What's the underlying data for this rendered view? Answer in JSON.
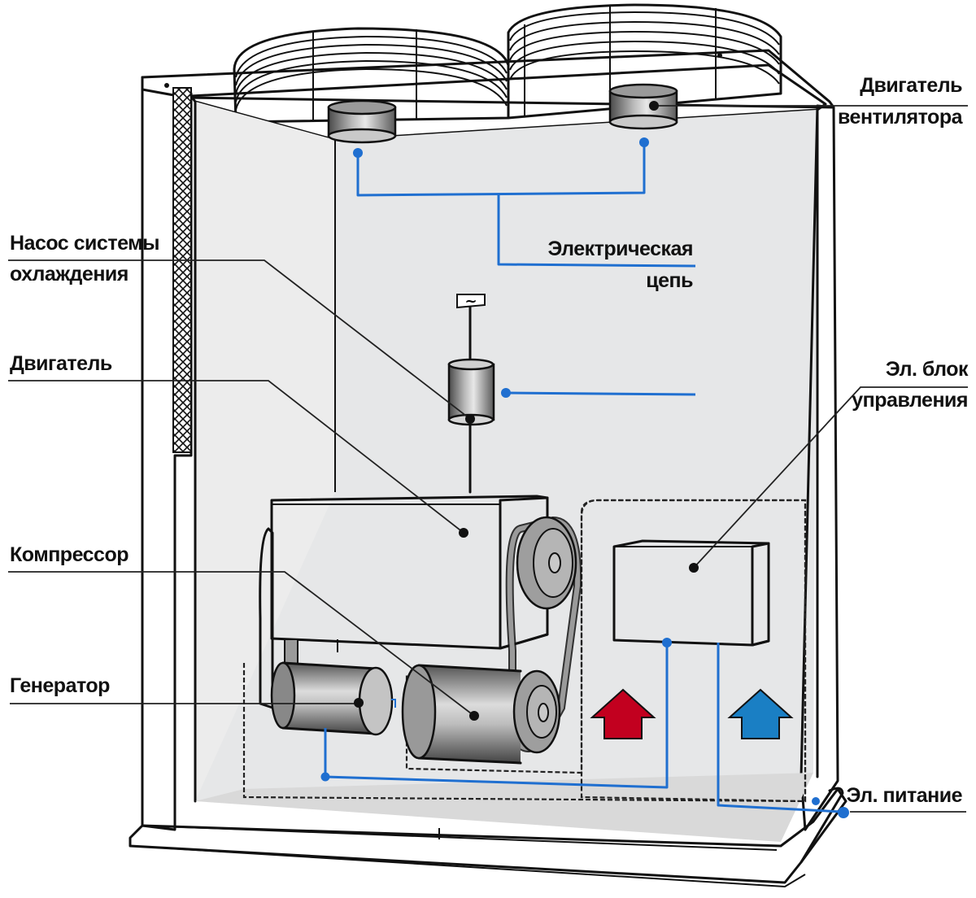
{
  "diagram": {
    "title": "Схема холодильной установки с генератором",
    "labels": {
      "fan_motor": [
        "Двигатель",
        "вентилятора"
      ],
      "electric_circuit": [
        "Электрическая",
        "цепь"
      ],
      "coolant_pump": [
        "Насос системы",
        "охлаждения"
      ],
      "engine": [
        "Двигатель"
      ],
      "control_unit": [
        "Эл. блок",
        "управления"
      ],
      "compressor": [
        "Компрессор"
      ],
      "generator": [
        "Генератор"
      ],
      "power_supply": [
        "Эл. питание"
      ]
    },
    "symbols": {
      "ac_symbol": "~"
    },
    "colors": {
      "wire_blue": "#1f6fd0",
      "arrow_hot": "#c2001f",
      "arrow_cold": "#1a7fc4",
      "panel_gray": "#e6e7e8",
      "component_gray": "#8e8e8e",
      "outline": "#111111"
    },
    "arrows": [
      {
        "name": "hot-air-arrow",
        "direction": "up",
        "color_key": "arrow_hot"
      },
      {
        "name": "cold-air-arrow",
        "direction": "up",
        "color_key": "arrow_cold"
      }
    ]
  }
}
